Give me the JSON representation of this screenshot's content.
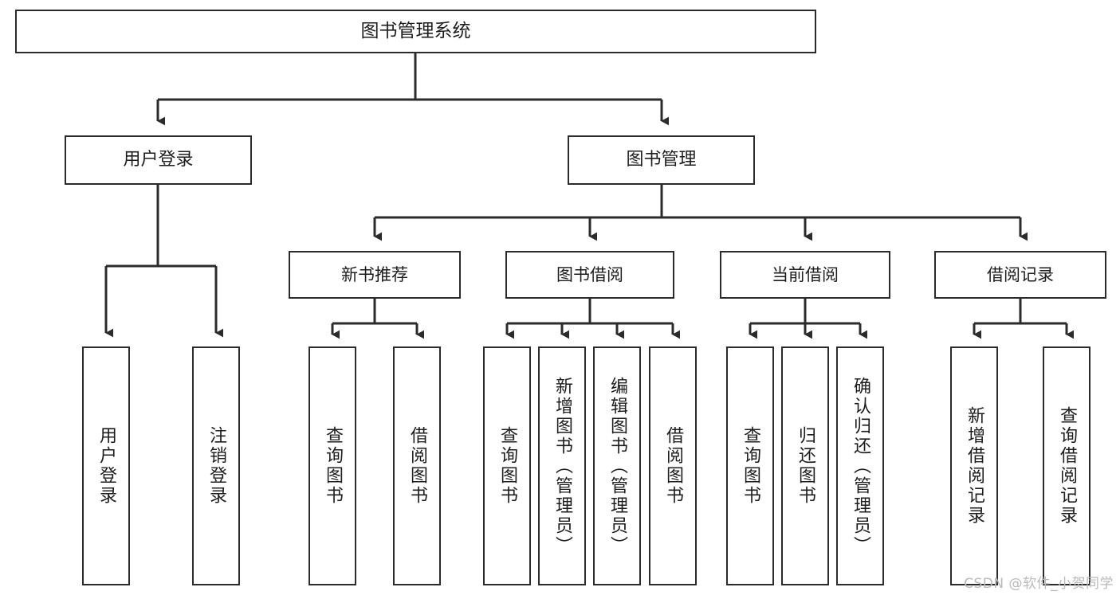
{
  "diagram": {
    "title": "图书管理系统",
    "type": "tree-hierarchy-diagram",
    "watermark": "CSDN @软件_小贺同学",
    "colors": {
      "background": "#ffffff",
      "box_border": "#2b2b2b",
      "box_fill": "#ffffff",
      "connector": "#2b2b2b",
      "text": "#1d1d1d",
      "watermark_text": "#b9b9b9"
    },
    "root": {
      "label": "图书管理系统"
    },
    "tier1": [
      {
        "label": "用户登录"
      },
      {
        "label": "图书管理"
      }
    ],
    "tier2": [
      {
        "label": "新书推荐"
      },
      {
        "label": "图书借阅"
      },
      {
        "label": "当前借阅"
      },
      {
        "label": "借阅记录"
      }
    ],
    "leaves": {
      "user_login": [
        {
          "label": "用户登录"
        },
        {
          "label": "注销登录"
        }
      ],
      "new_book_recommend": [
        {
          "label": "查询图书"
        },
        {
          "label": "借阅图书"
        }
      ],
      "book_borrow": [
        {
          "label": "查询图书"
        },
        {
          "label": "新增图书（管理员）"
        },
        {
          "label": "编辑图书（管理员）"
        },
        {
          "label": "借阅图书"
        }
      ],
      "current_borrow": [
        {
          "label": "查询图书"
        },
        {
          "label": "归还图书"
        },
        {
          "label": "确认归还（管理员）"
        }
      ],
      "borrow_record": [
        {
          "label": "新增借阅记录"
        },
        {
          "label": "查询借阅记录"
        }
      ]
    }
  }
}
